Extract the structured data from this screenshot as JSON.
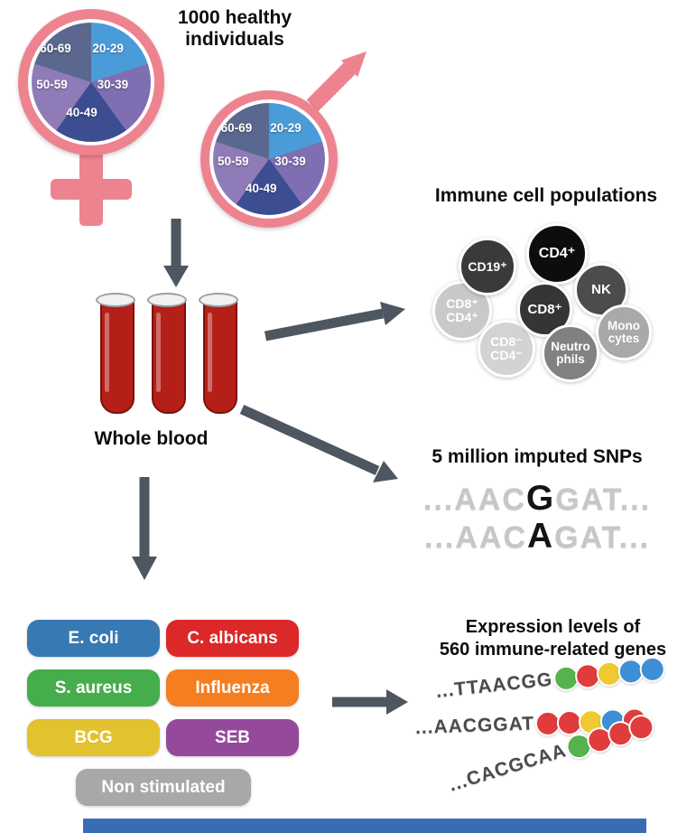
{
  "canvas": {
    "background": "#FFFFFF",
    "accent_pink": "#EE8390",
    "arrow_color": "#4D5661",
    "bottom_bar_color": "#3A6CB4"
  },
  "header": {
    "title_line1": "1000 healthy",
    "title_line2": "individuals"
  },
  "age_pie": {
    "slices": [
      {
        "label": "20-29",
        "color": "#4A9CD8"
      },
      {
        "label": "30-39",
        "color": "#7F6FB2"
      },
      {
        "label": "40-49",
        "color": "#3D4D92"
      },
      {
        "label": "50-59",
        "color": "#8F7BB8"
      },
      {
        "label": "60-69",
        "color": "#5A678E"
      }
    ]
  },
  "blood": {
    "label": "Whole blood",
    "tube_color": "#B41F18",
    "tube_outline": "#7E120C"
  },
  "immune": {
    "title": "Immune cell populations",
    "cells": [
      {
        "label": "CD8⁺\nCD4⁺",
        "color": "#C9C9C9"
      },
      {
        "label": "CD19⁺",
        "color": "#3A3A3A"
      },
      {
        "label": "CD4⁺",
        "color": "#0D0D0D"
      },
      {
        "label": "NK",
        "color": "#4C4C4C"
      },
      {
        "label": "Mono\ncytes",
        "color": "#A9A9A9"
      },
      {
        "label": "CD8⁻\nCD4⁻",
        "color": "#D3D3D3"
      },
      {
        "label": "CD8⁺",
        "color": "#353535"
      },
      {
        "label": "Neutro\nphils",
        "color": "#818181"
      }
    ]
  },
  "snps": {
    "title": "5 million imputed SNPs",
    "sequences": [
      {
        "pre": "...AAC",
        "variant": "G",
        "post": "GAT..."
      },
      {
        "pre": "...AAC",
        "variant": "A",
        "post": "GAT..."
      }
    ]
  },
  "stimuli": {
    "items": [
      {
        "label": "E. coli",
        "color": "#3779B3"
      },
      {
        "label": "C. albicans",
        "color": "#DC2828"
      },
      {
        "label": "S. aureus",
        "color": "#45AD4C"
      },
      {
        "label": "Influenza",
        "color": "#F57E20"
      },
      {
        "label": "BCG",
        "color": "#E2C22F"
      },
      {
        "label": "SEB",
        "color": "#95499B"
      },
      {
        "label": "Non stimulated",
        "color": "#A8A8A8"
      }
    ]
  },
  "expression": {
    "title_line1": "Expression levels of",
    "title_line2": "560 immune-related genes",
    "bead_palette": {
      "green": "#55B24E",
      "red": "#E03C3C",
      "yellow": "#EFC832",
      "blue": "#3F8ED8"
    },
    "rows": [
      {
        "seq": "...TTAACGG",
        "beads": [
          "green",
          "red",
          "yellow",
          "blue",
          "blue"
        ]
      },
      {
        "seq": "...AACGGAT",
        "beads": [
          "red",
          "red",
          "yellow",
          "blue",
          "red"
        ]
      },
      {
        "seq": "...CACGCAA",
        "beads": [
          "green",
          "red",
          "red",
          "red"
        ]
      }
    ]
  }
}
